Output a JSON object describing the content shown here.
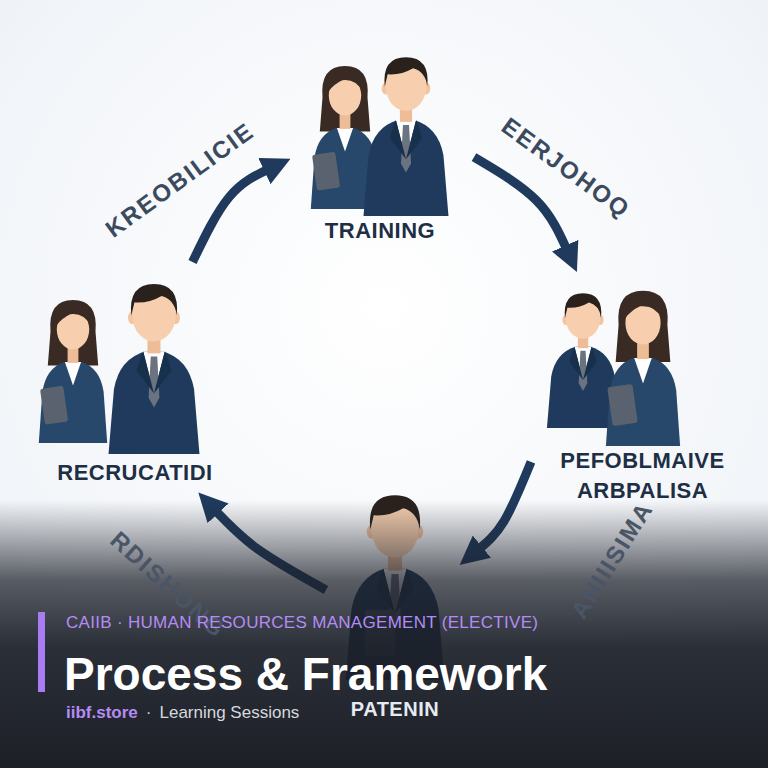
{
  "diagram": {
    "title": "Process & Framework",
    "nodes": [
      {
        "text": [
          "TRAINING"
        ]
      },
      {
        "text": [
          "RECRUCATIDI"
        ]
      },
      {
        "text": [
          "PEFOBLMAIVE ARBPALISA"
        ]
      },
      {
        "text": [
          "PATENIN"
        ]
      }
    ],
    "edges": [
      {
        "from": 1,
        "to": 0,
        "arrow": "to"
      },
      {
        "from": 0,
        "to": 2,
        "arrow": "to"
      },
      {
        "from": 2,
        "to": 3,
        "arrow": "to"
      },
      {
        "from": 3,
        "to": 1,
        "arrow": "to"
      }
    ],
    "labels": [
      "KREOBILICIE",
      "EERJOHOQ",
      "RDISHONG",
      "ANIIISIMA",
      "CAIIB · HUMAN RESOURCES MANAGEMENT (ELECTIVE)",
      "iibf.store",
      "·",
      "Learning Sessions"
    ]
  }
}
